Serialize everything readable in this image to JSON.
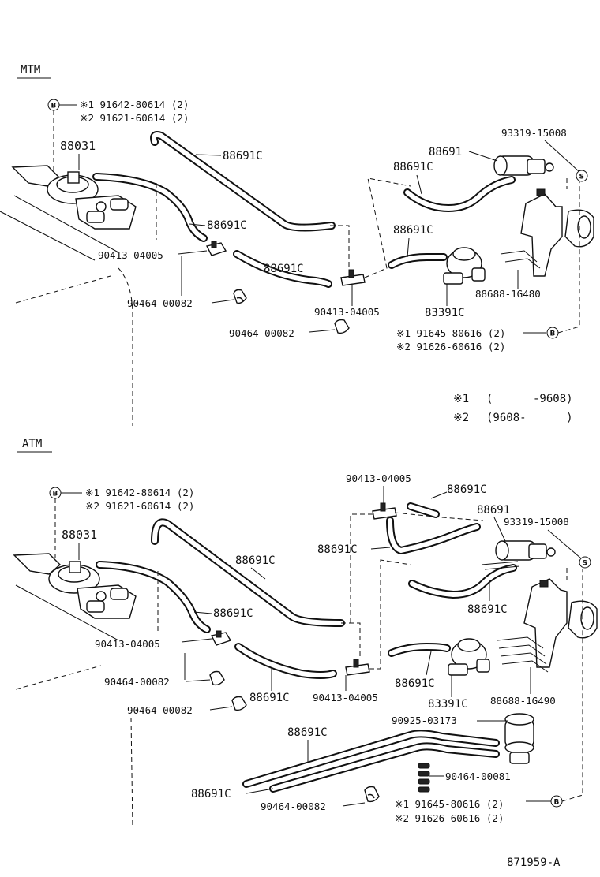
{
  "mtm": {
    "section_label": "MTM",
    "ref_top_letter": "B",
    "ref_top_note1": "※1 91642-80614 (2)",
    "ref_top_note2": "※2 91621-60614 (2)",
    "part_88031": "88031",
    "hose_top_long": "88691C",
    "hose_left": "88691C",
    "clamp_left_no": "90413-04005",
    "clamp_left2_no": "90464-00082",
    "hose_mid": "88691C",
    "clamp_mid_no": "90413-04005",
    "clamp_bottom_no": "90464-00082",
    "hose_right_top": "88691C",
    "part_88691": "88691",
    "part_93319": "93319-15008",
    "ref_s_letter": "S",
    "hose_right_mid": "88691C",
    "part_83391": "83391C",
    "part_88688": "88688-1G480",
    "ref_bottom_note1": "※1 91645-80616 (2)",
    "ref_bottom_note2": "※2 91626-60616 (2)",
    "ref_bottom_letter": "B"
  },
  "legend": {
    "mark1": "※1",
    "range1": "(      -9608)",
    "mark2": "※2",
    "range2": "(9608-      )"
  },
  "atm": {
    "section_label": "ATM",
    "ref_top_letter": "B",
    "ref_top_note1": "※1 91642-80614 (2)",
    "ref_top_note2": "※2 91621-60614 (2)",
    "part_88031": "88031",
    "hose_top_long": "88691C",
    "hose_left": "88691C",
    "clamp_left_no": "90413-04005",
    "clamp_left2_no": "90464-00082",
    "clamp_left3_no": "90464-00082",
    "hose_mid": "88691C",
    "clamp_mid_no": "90413-04005",
    "tee_top_no": "90413-04005",
    "hose_top_right": "88691C",
    "part_88691": "88691",
    "part_93319": "93319-15008",
    "ref_s_letter": "S",
    "hose_right_a": "88691C",
    "hose_right_b": "88691C",
    "hose_right_c": "88691C",
    "part_83391": "83391C",
    "part_88688": "88688-1G490",
    "part_90925": "90925-03173",
    "hose_long_top": "88691C",
    "hose_long_bottom": "88691C",
    "clamp_90464_81": "90464-00081",
    "clamp_bottom_no": "90464-00082",
    "ref_bottom_note1": "※1 91645-80616 (2)",
    "ref_bottom_note2": "※2 91626-60616 (2)",
    "ref_bottom_letter": "B"
  },
  "figure_id": "871959-A"
}
